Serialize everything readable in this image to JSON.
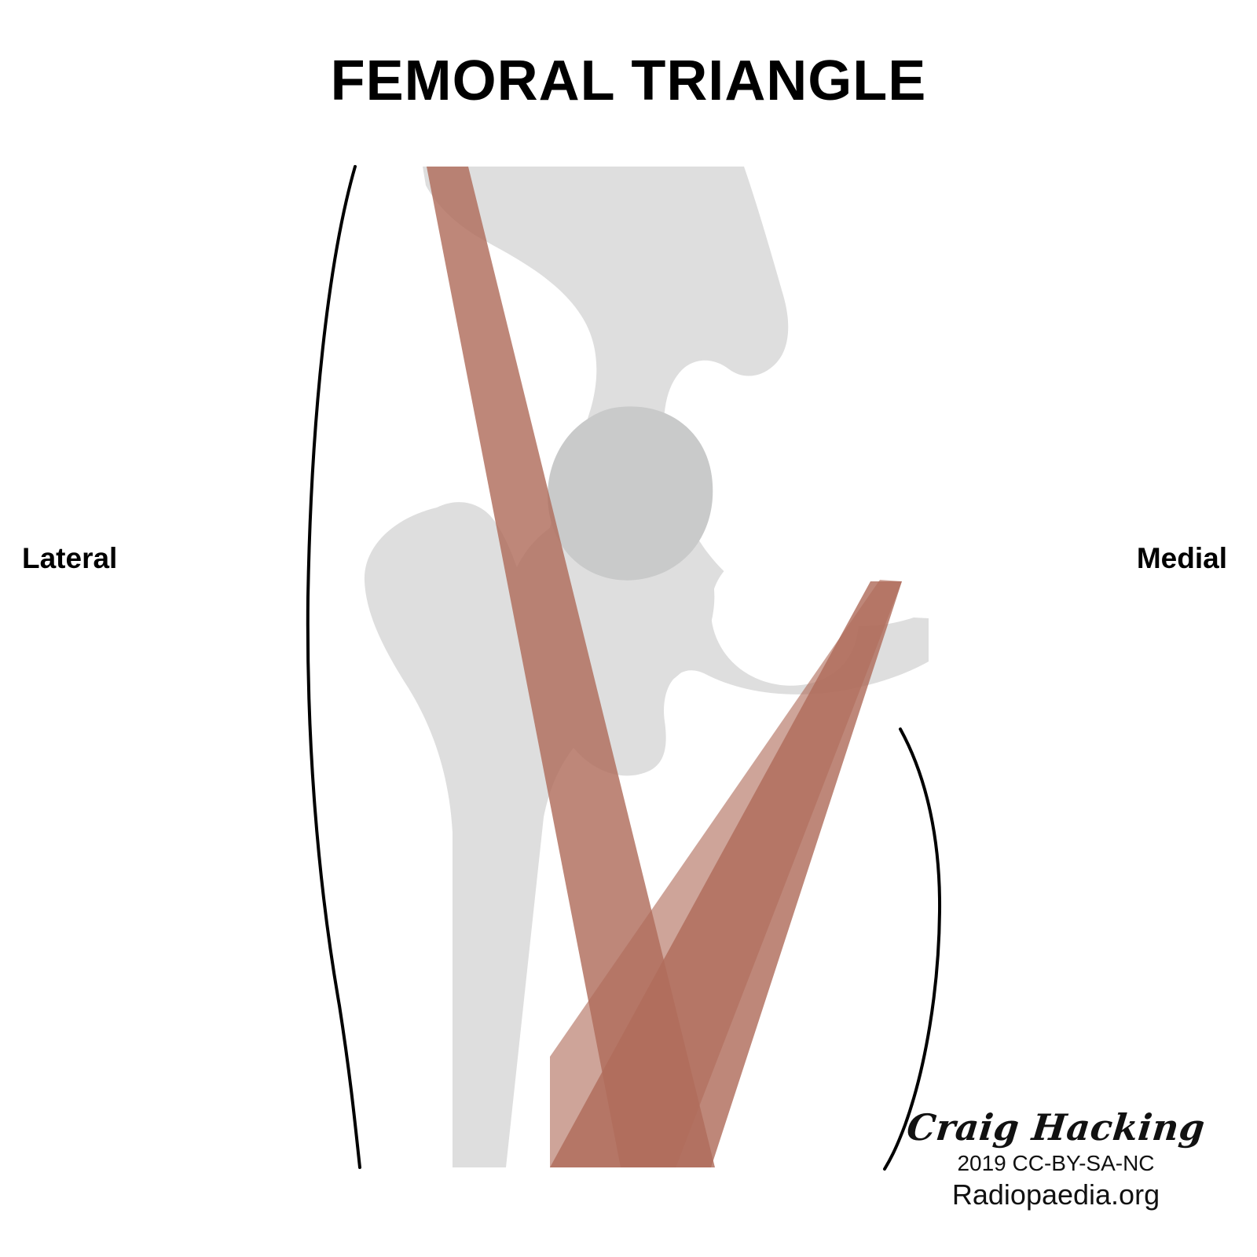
{
  "figure": {
    "title": "FEMORAL TRIANGLE",
    "orientation_labels": {
      "left": "Lateral",
      "right": "Medial"
    },
    "background_color": "#ffffff",
    "title_color": "#000000"
  },
  "anatomy": {
    "palette": {
      "bone_light": "#dedede",
      "bone_mid": "#d6d6d6",
      "femoral_head": "#c9caca",
      "muscle": "#b06c5b",
      "muscle_overlap": "#a8513c",
      "contour_line": "#000000"
    },
    "structures": [
      {
        "id": "pelvis",
        "label": "Pelvis / hip bone (ilium, pubis, ischium)",
        "color": "#dedede"
      },
      {
        "id": "obturator-foramen",
        "label": "Obturator foramen",
        "color": "#ffffff"
      },
      {
        "id": "femoral-head",
        "label": "Femoral head in acetabulum",
        "color": "#c9caca"
      },
      {
        "id": "femur",
        "label": "Proximal femur with greater trochanter",
        "color": "#dedede"
      },
      {
        "id": "sartorius",
        "label": "Sartorius (lateral border)",
        "color": "#b06c5b"
      },
      {
        "id": "adductor-longus",
        "label": "Adductor longus (medial border)",
        "color": "#b06c5b"
      },
      {
        "id": "inguinal-ligament-band",
        "label": "Third muscle band crossing the triangle",
        "color": "#b06c5b"
      },
      {
        "id": "lateral-skin-contour",
        "label": "Lateral thigh skin contour line",
        "color": "#000000"
      },
      {
        "id": "medial-skin-contour",
        "label": "Medial thigh skin contour line",
        "color": "#000000"
      }
    ]
  },
  "credit": {
    "author": "Craig Hacking",
    "license": "2019 CC-BY-SA-NC",
    "site": "Radiopaedia.org"
  }
}
